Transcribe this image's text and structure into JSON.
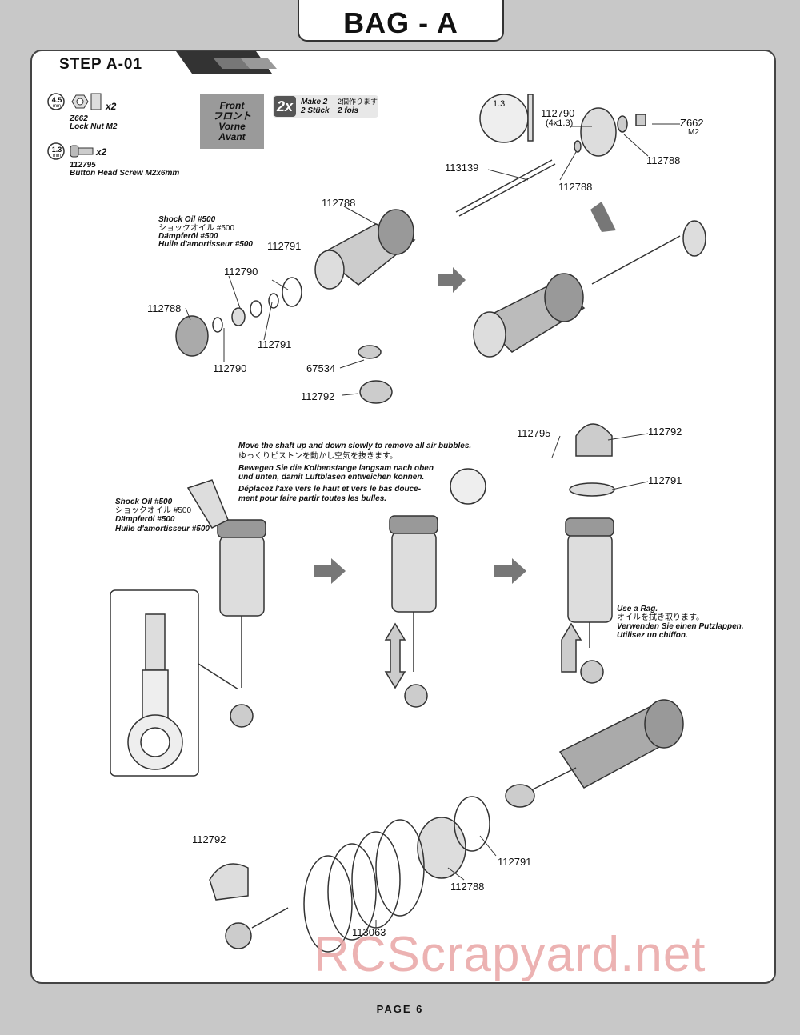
{
  "header": {
    "bag_title": "BAG - A"
  },
  "step": {
    "title": "STEP A-01"
  },
  "parts": [
    {
      "size": "4.5",
      "size_unit": "mm",
      "qty": "x2",
      "code": "Z662",
      "desc": "Lock Nut M2"
    },
    {
      "size": "1.3",
      "size_unit": "mm",
      "qty": "x2",
      "code": "112795",
      "desc": "Button Head Screw M2x6mm"
    }
  ],
  "front": {
    "en": "Front",
    "jp": "フロント",
    "de": "Vorne",
    "fr": "Avant"
  },
  "make": {
    "badge": "2x",
    "en": "Make 2",
    "jp": "2個作ります",
    "de": "2 Stück",
    "fr": "2 fois"
  },
  "labels": {
    "l112790_top": "112790",
    "l4x13": "(4x1.3)",
    "lz662": "Z662",
    "lm2": "M2",
    "l112788_top": "112788",
    "l113139": "113139",
    "l112788_mid": "112788",
    "l13": "1.3",
    "l112788_a": "112788",
    "l112791_a": "112791",
    "l112790_a": "112790",
    "l112788_b": "112788",
    "l112791_b": "112791",
    "l112790_b": "112790",
    "l67534": "67534",
    "l112792_a": "112792",
    "l112795_b": "112795",
    "l112792_b": "112792",
    "l112791_c": "112791",
    "l112792_c": "112792",
    "l112791_d": "112791",
    "l112788_c": "112788",
    "l113063": "113063"
  },
  "oil1": {
    "en": "Shock Oil #500",
    "jp": "ショックオイル #500",
    "de": "Dämpferöl #500",
    "fr": "Huile d'amortisseur #500"
  },
  "oil2": {
    "en": "Shock Oil #500",
    "jp": "ショックオイル #500",
    "de": "Dämpferöl #500",
    "fr": "Huile d'amortisseur #500"
  },
  "bubbles": {
    "en": "Move the shaft up and down slowly to remove all air bubbles.",
    "jp": "ゆっくりピストンを動かし空気を抜きます。",
    "de1": "Bewegen Sie die Kolbenstange langsam nach oben",
    "de2": "und unten, damit Luftblasen entweichen können.",
    "fr1": "Déplacez l'axe vers le haut et vers le bas douce-",
    "fr2": "ment pour faire partir toutes les bulles."
  },
  "rag": {
    "en": "Use a Rag.",
    "jp": "オイルを拭き取ります。",
    "de": "Verwenden Sie einen Putzlappen.",
    "fr": "Utilisez un chiffon."
  },
  "footer": {
    "page": "PAGE  6"
  },
  "watermark": {
    "text": "RCScrapyard.net"
  }
}
